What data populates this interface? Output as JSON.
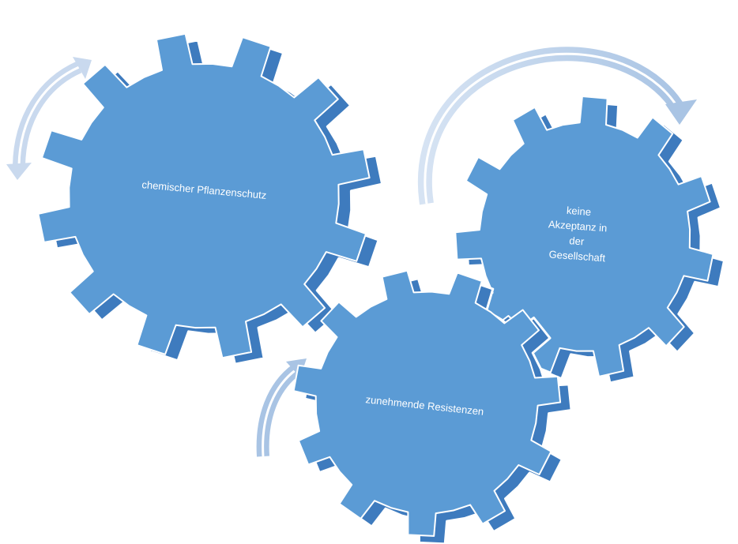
{
  "diagram": {
    "gears": [
      {
        "id": "pflanzenschutz",
        "lines": [
          "chemischer Pflanzenschutz"
        ]
      },
      {
        "id": "resistenzen",
        "lines": [
          "zunehmende Resistenzen"
        ]
      },
      {
        "id": "akzeptanz",
        "lines": [
          "keine",
          "Akzeptanz in",
          "der",
          "Gesellschaft"
        ]
      }
    ],
    "colors": {
      "gear_face": "#5B9BD5",
      "gear_side": "#3E7BBE",
      "gear_edge": "#ffffff",
      "arrow": "#A9C4E4"
    }
  }
}
